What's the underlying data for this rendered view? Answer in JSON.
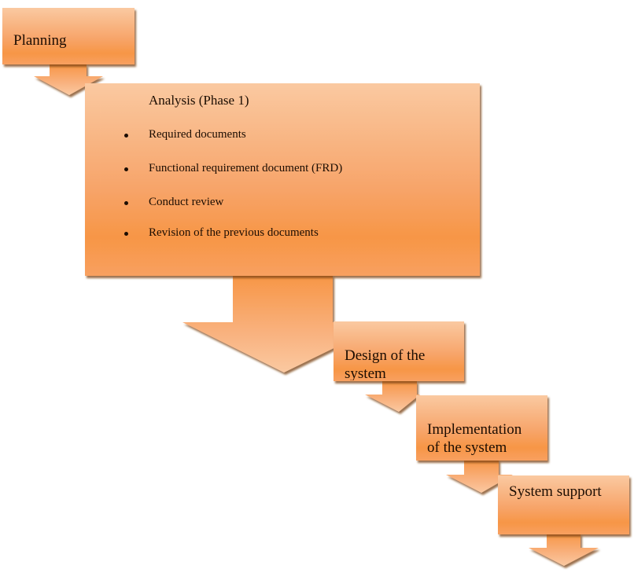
{
  "diagram": {
    "type": "waterfall-process",
    "colors": {
      "fill_light": "#FAC9A1",
      "fill_dark": "#F79646",
      "shadow": "#9C5A1E",
      "text": "#1C0D02",
      "background": "#FFFFFF"
    },
    "steps": [
      {
        "id": "planning",
        "label": "Planning"
      },
      {
        "id": "analysis",
        "label": "Analysis (Phase 1)",
        "bullets": [
          "Required documents",
          "Functional requirement document (FRD)",
          "Conduct review",
          "Revision of the previous documents"
        ]
      },
      {
        "id": "design",
        "label_lines": [
          "Design of the",
          "system"
        ]
      },
      {
        "id": "implementation",
        "label_lines": [
          "Implementation",
          "of the system"
        ]
      },
      {
        "id": "support",
        "label": "System support"
      }
    ],
    "connectors": [
      {
        "from": "planning",
        "to": "analysis",
        "icon": "down-arrow-icon"
      },
      {
        "from": "analysis",
        "to": "design",
        "icon": "down-arrow-icon"
      },
      {
        "from": "design",
        "to": "implementation",
        "icon": "down-arrow-icon"
      },
      {
        "from": "implementation",
        "to": "support",
        "icon": "down-arrow-icon"
      },
      {
        "from": "support",
        "to": "",
        "icon": "down-arrow-icon"
      }
    ]
  }
}
